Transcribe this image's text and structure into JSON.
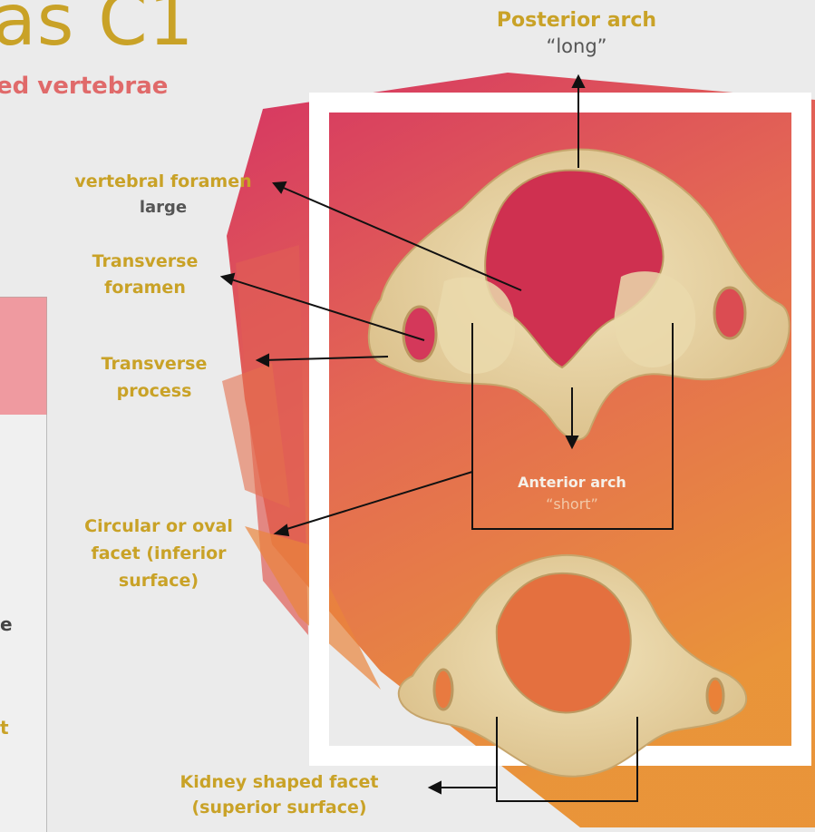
{
  "title": "as C1",
  "subtitle": "ed vertebrae",
  "side_fragments": {
    "frag1": "e",
    "frag2": "t"
  },
  "labels": {
    "posterior_arch": "Posterior arch",
    "posterior_arch_note": "“long”",
    "vertebral_foramen": "vertebral foramen",
    "vertebral_foramen_note": "large",
    "transverse_foramen_1": "Transverse",
    "transverse_foramen_2": "foramen",
    "transverse_process_1": "Transverse",
    "transverse_process_2": "process",
    "anterior_arch": "Anterior arch",
    "anterior_arch_note": "“short”",
    "circular_facet_1": "Circular or oval",
    "circular_facet_2": "facet (inferior",
    "circular_facet_3": "surface)",
    "kidney_facet_1": "Kidney shaped facet",
    "kidney_facet_2": "(superior surface)"
  },
  "colors": {
    "accent": "#c9a227",
    "subtitle": "#e06a6a",
    "paint_top": "#cf2f58",
    "paint_bottom": "#e9862e",
    "bone": "#e8d6a6"
  }
}
